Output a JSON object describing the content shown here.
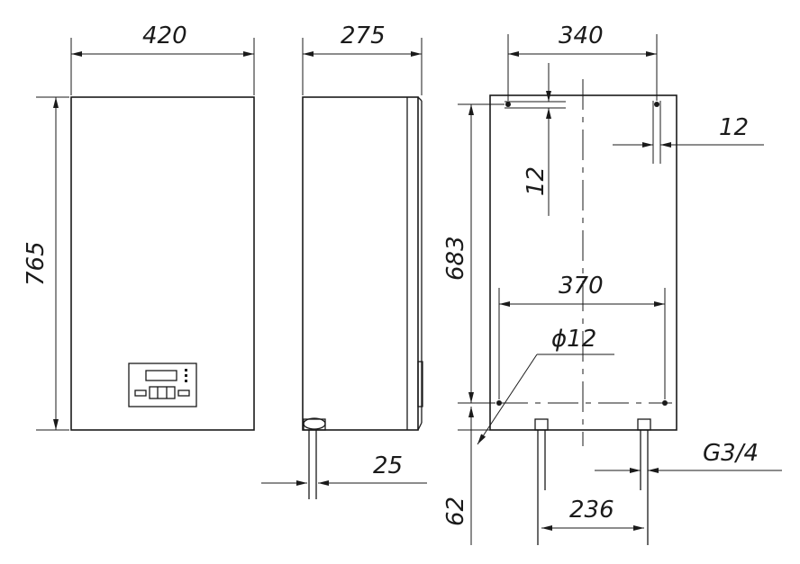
{
  "dimensions": {
    "front_width": "420",
    "front_height": "765",
    "side_depth": "275",
    "side_pipe_offset": "25",
    "rear_mount_width": "340",
    "rear_hole_offset_right": "12",
    "rear_hole_offset_top": "12",
    "rear_mount_height": "683",
    "rear_lower_width": "370",
    "hole_diameter": "ϕ12",
    "bottom_offset": "62",
    "pipe_thread": "G3/4",
    "pipe_spacing": "236"
  }
}
